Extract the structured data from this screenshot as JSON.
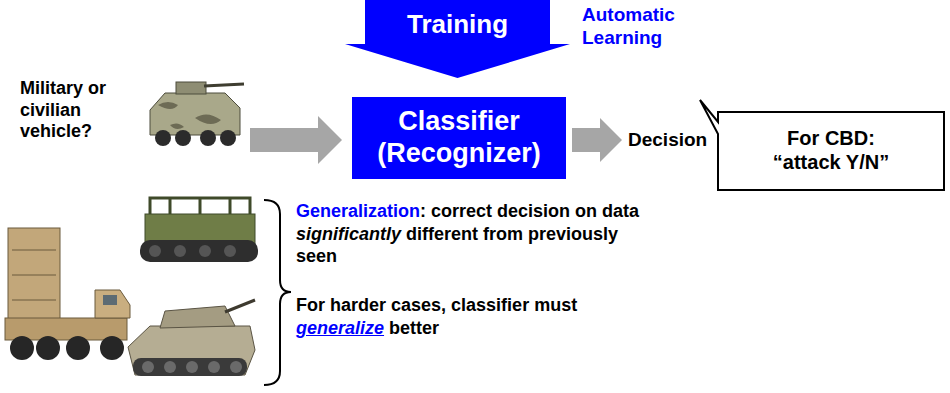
{
  "diagram": {
    "nodes": [
      {
        "text": [
          "Training"
        ]
      },
      {
        "text": [
          "Classifier (Recognizer)"
        ]
      },
      {
        "text": [
          "For CBD: “attack Y/N”"
        ]
      }
    ],
    "labels": [
      "Automatic Learning",
      "Military or civilian vehicle?",
      "Decision",
      "Generalization",
      ": correct decision on data",
      "significantly",
      "different from previously seen",
      "For harder cases, classifier must",
      "generalize",
      "better"
    ]
  }
}
